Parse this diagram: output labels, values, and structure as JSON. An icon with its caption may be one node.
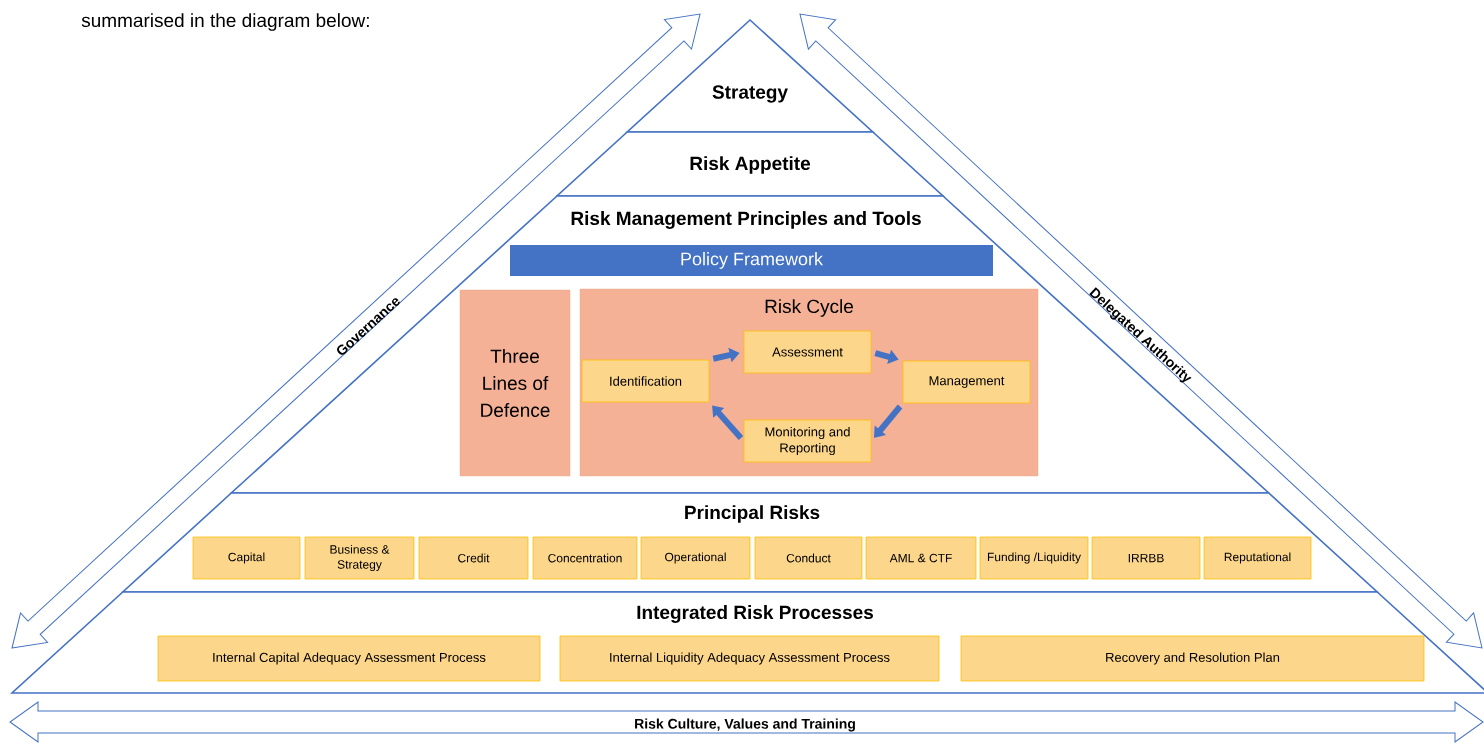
{
  "diagram": {
    "nodes": [
      {
        "text": [
          "Strategy"
        ]
      },
      {
        "text": [
          "Risk Appetite"
        ]
      },
      {
        "text": [
          "Risk Management Principles and Tools"
        ]
      },
      {
        "text": [
          "Policy Framework"
        ],
        "in": 2
      },
      {
        "text": [
          "Three Lines of Defence"
        ],
        "in": 2
      },
      {
        "text": [
          "Risk Cycle"
        ],
        "in": 2
      },
      {
        "text": [
          "Identification"
        ],
        "in": 5
      },
      {
        "text": [
          "Assessment"
        ],
        "in": 5
      },
      {
        "text": [
          "Management"
        ],
        "in": 5
      },
      {
        "text": [
          "Monitoring and Reporting"
        ],
        "in": 5
      },
      {
        "text": [
          "Principal Risks"
        ]
      },
      {
        "text": [
          "Capital"
        ],
        "in": 10
      },
      {
        "text": [
          "Business & Strategy"
        ],
        "in": 10
      },
      {
        "text": [
          "Credit"
        ],
        "in": 10
      },
      {
        "text": [
          "Concentration"
        ],
        "in": 10
      },
      {
        "text": [
          "Operational"
        ],
        "in": 10
      },
      {
        "text": [
          "Conduct"
        ],
        "in": 10
      },
      {
        "text": [
          "AML & CTF"
        ],
        "in": 10
      },
      {
        "text": [
          "Funding /Liquidity"
        ],
        "in": 10
      },
      {
        "text": [
          "IRRBB"
        ],
        "in": 10
      },
      {
        "text": [
          "Reputational"
        ],
        "in": 10
      },
      {
        "text": [
          "Integrated Risk Processes"
        ]
      },
      {
        "text": [
          "Internal Capital Adequacy Assessment Process"
        ],
        "in": 21
      },
      {
        "text": [
          "Internal Liquidity Adequacy Assessment Process"
        ],
        "in": 21
      },
      {
        "text": [
          "Recovery and Resolution Plan"
        ],
        "in": 21
      }
    ],
    "edges": [
      {
        "from": 6,
        "to": 7,
        "arrow": "to"
      },
      {
        "from": 7,
        "to": 8,
        "arrow": "to"
      },
      {
        "from": 8,
        "to": 9,
        "arrow": "to"
      },
      {
        "from": 9,
        "to": 6,
        "arrow": "to"
      }
    ],
    "labels": [
      "summarised in the diagram below:",
      "Governance",
      "Delegated Authority",
      "Risk Culture, Values and Training"
    ]
  }
}
